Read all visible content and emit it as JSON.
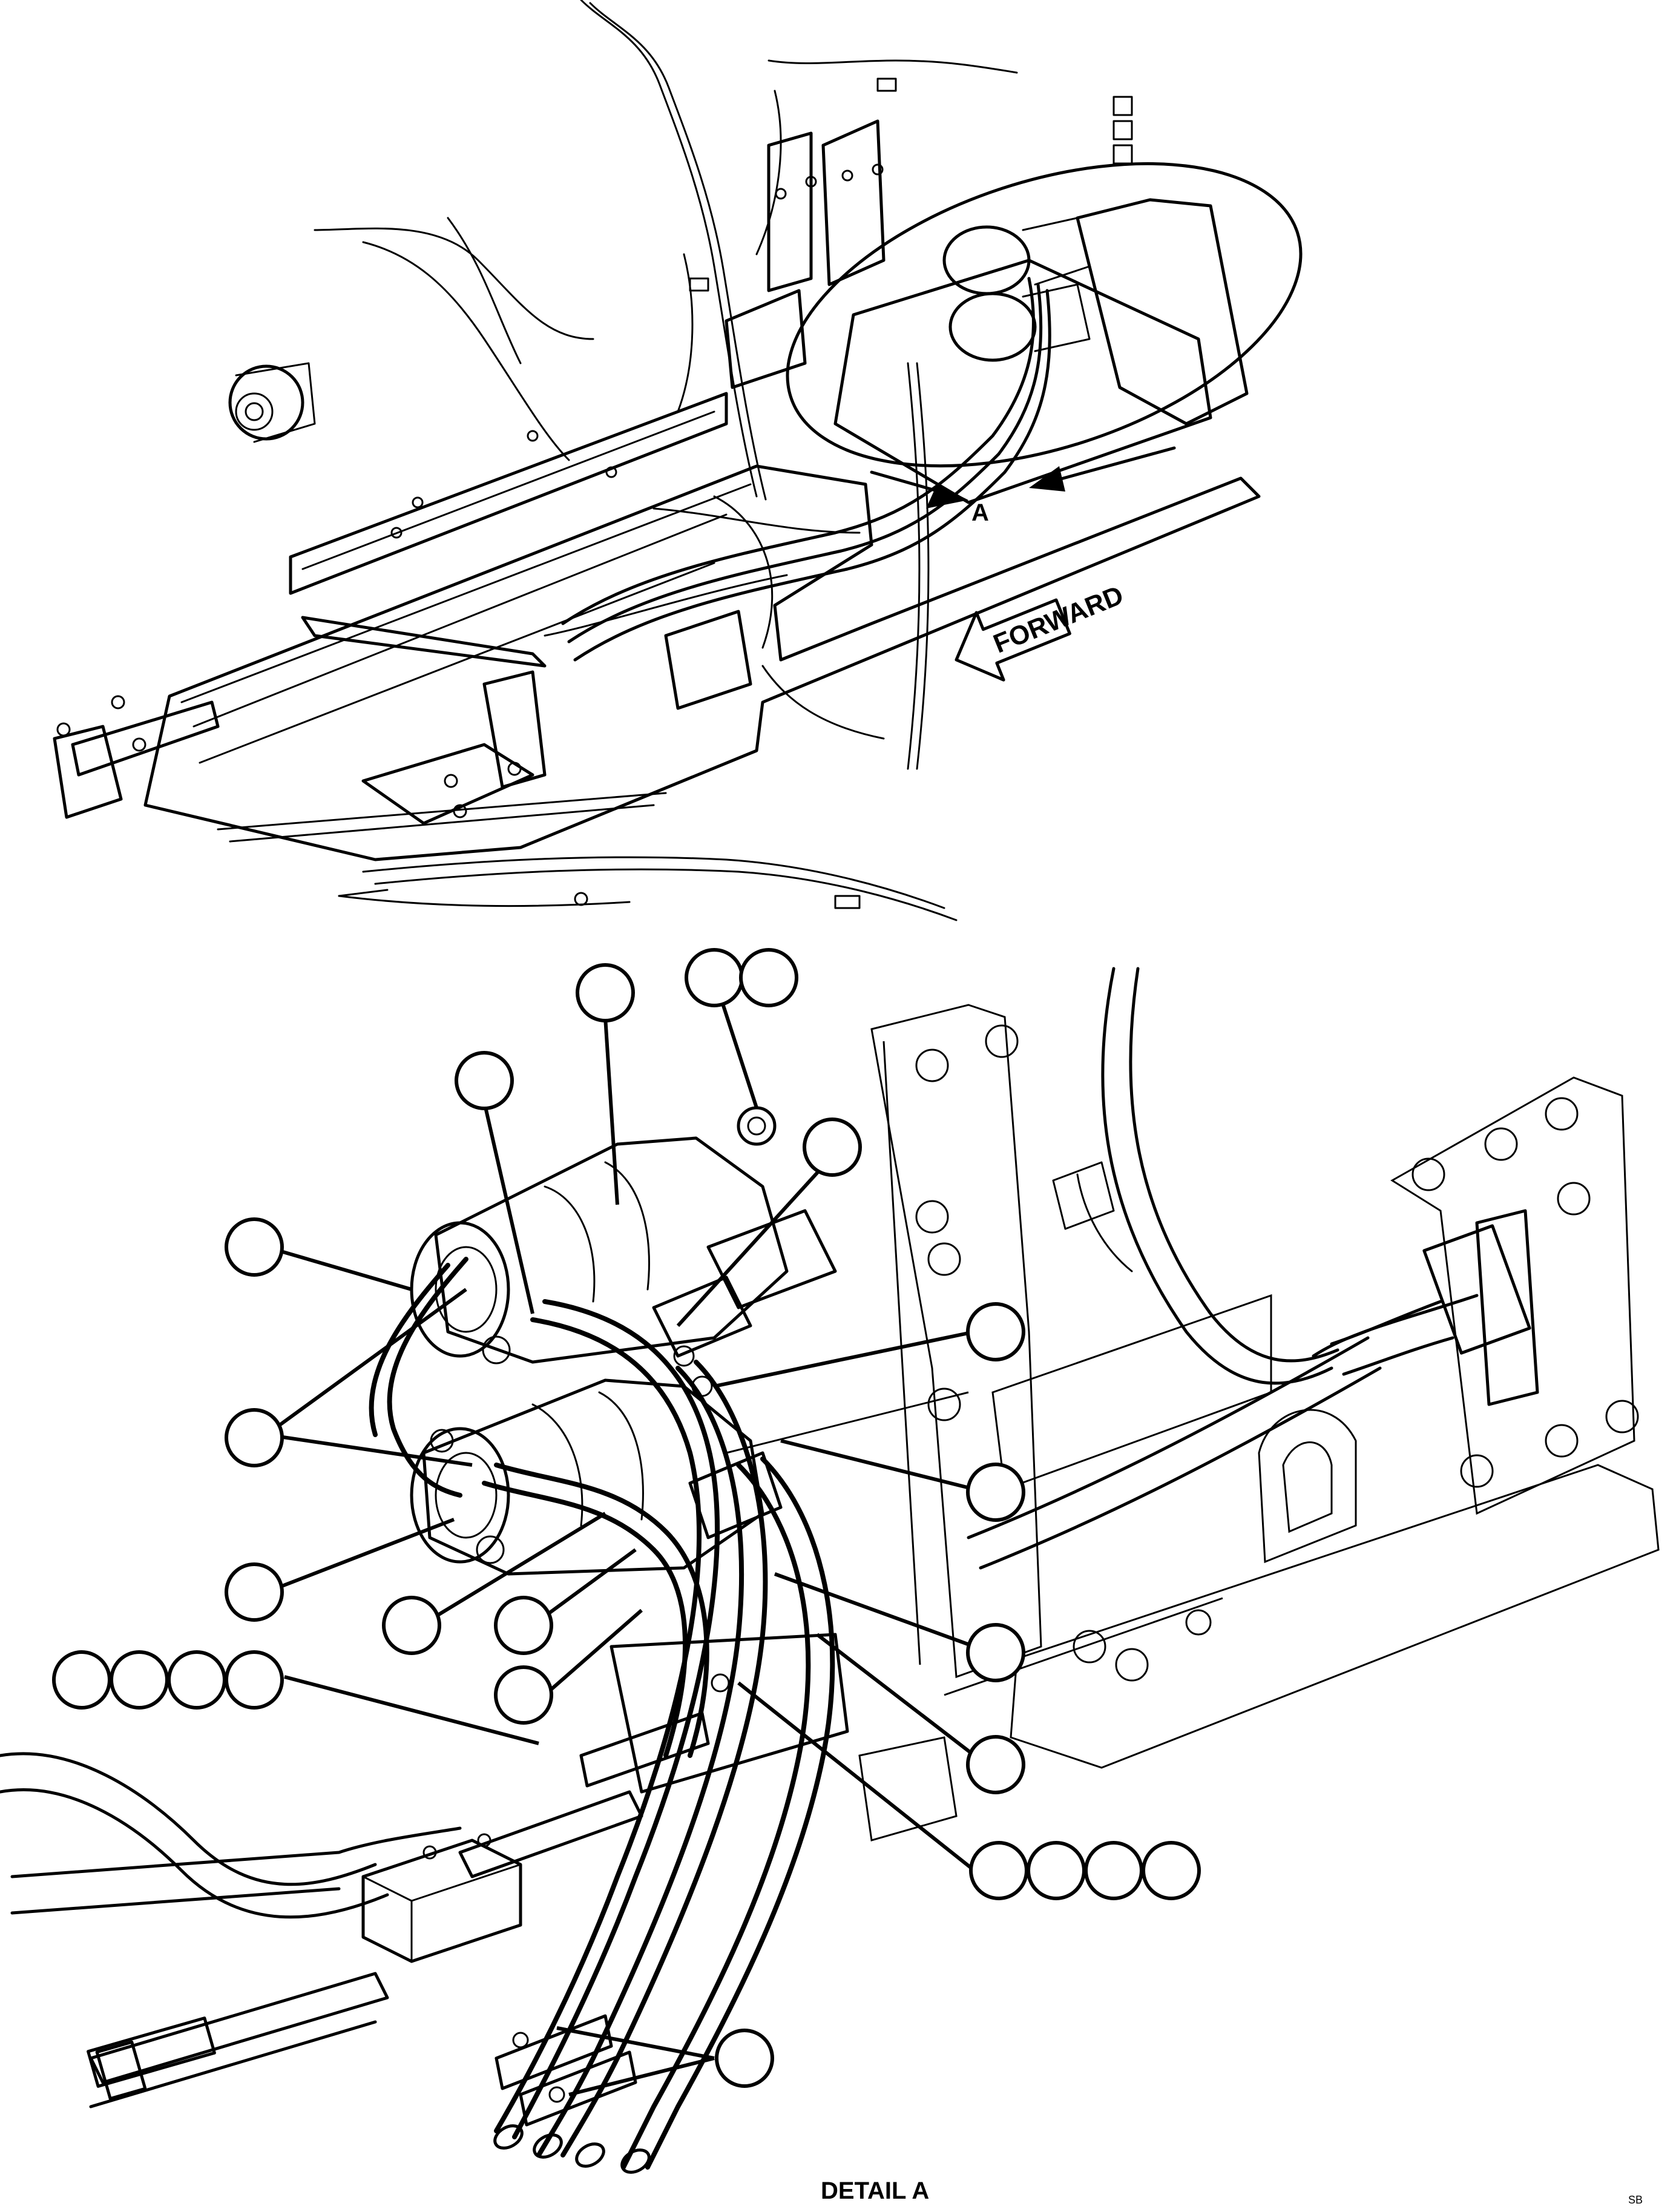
{
  "overview": {
    "direction_label": "FORWARD",
    "detail_ref_letter": "A"
  },
  "detail": {
    "caption": "DETAIL A",
    "callouts": [
      {
        "id": "c1"
      },
      {
        "id": "c2"
      },
      {
        "id": "c3"
      },
      {
        "id": "c4"
      },
      {
        "id": "c5"
      },
      {
        "id": "c6"
      },
      {
        "id": "c7"
      },
      {
        "id": "c8"
      },
      {
        "id": "c9"
      },
      {
        "id": "c10"
      },
      {
        "id": "c11"
      },
      {
        "id": "c12"
      },
      {
        "id": "c13"
      },
      {
        "id": "c14"
      },
      {
        "id": "c15"
      },
      {
        "id": "c16"
      },
      {
        "id": "c17"
      }
    ]
  },
  "drawing_code": "SB"
}
